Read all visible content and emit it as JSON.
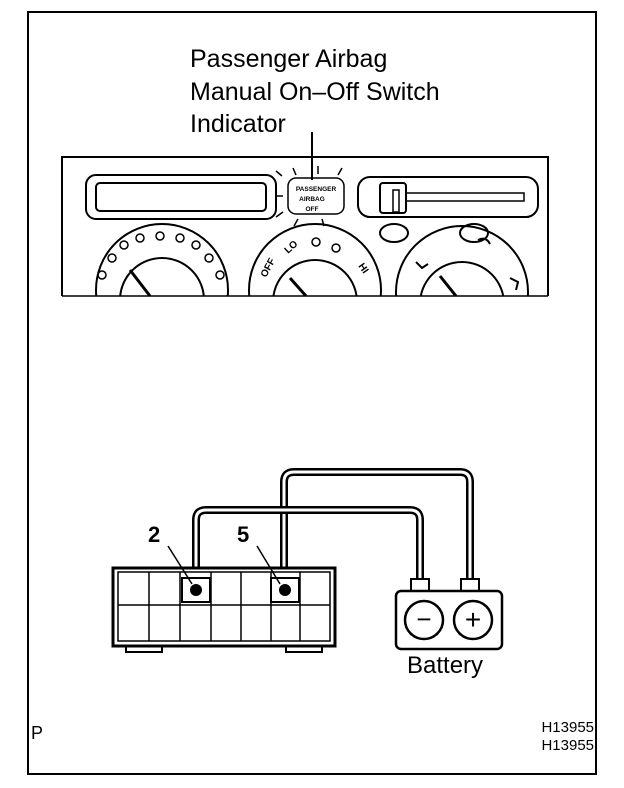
{
  "title": {
    "lines": [
      "Passenger Airbag",
      "Manual On–Off Switch",
      "Indicator"
    ]
  },
  "indicator": {
    "lines": [
      "PASSENGER",
      "AIRBAG",
      "OFF"
    ]
  },
  "knob_labels": {
    "off": "OFF",
    "lo": "LO",
    "hi": "HI"
  },
  "connector": {
    "pin_a": "2",
    "pin_b": "5"
  },
  "battery": {
    "label": "Battery",
    "negative": "−",
    "positive": "+"
  },
  "corner_letter": "P",
  "figure_codes": [
    "H13955",
    "H13955"
  ],
  "colors": {
    "ink": "#000000",
    "background": "#ffffff"
  }
}
